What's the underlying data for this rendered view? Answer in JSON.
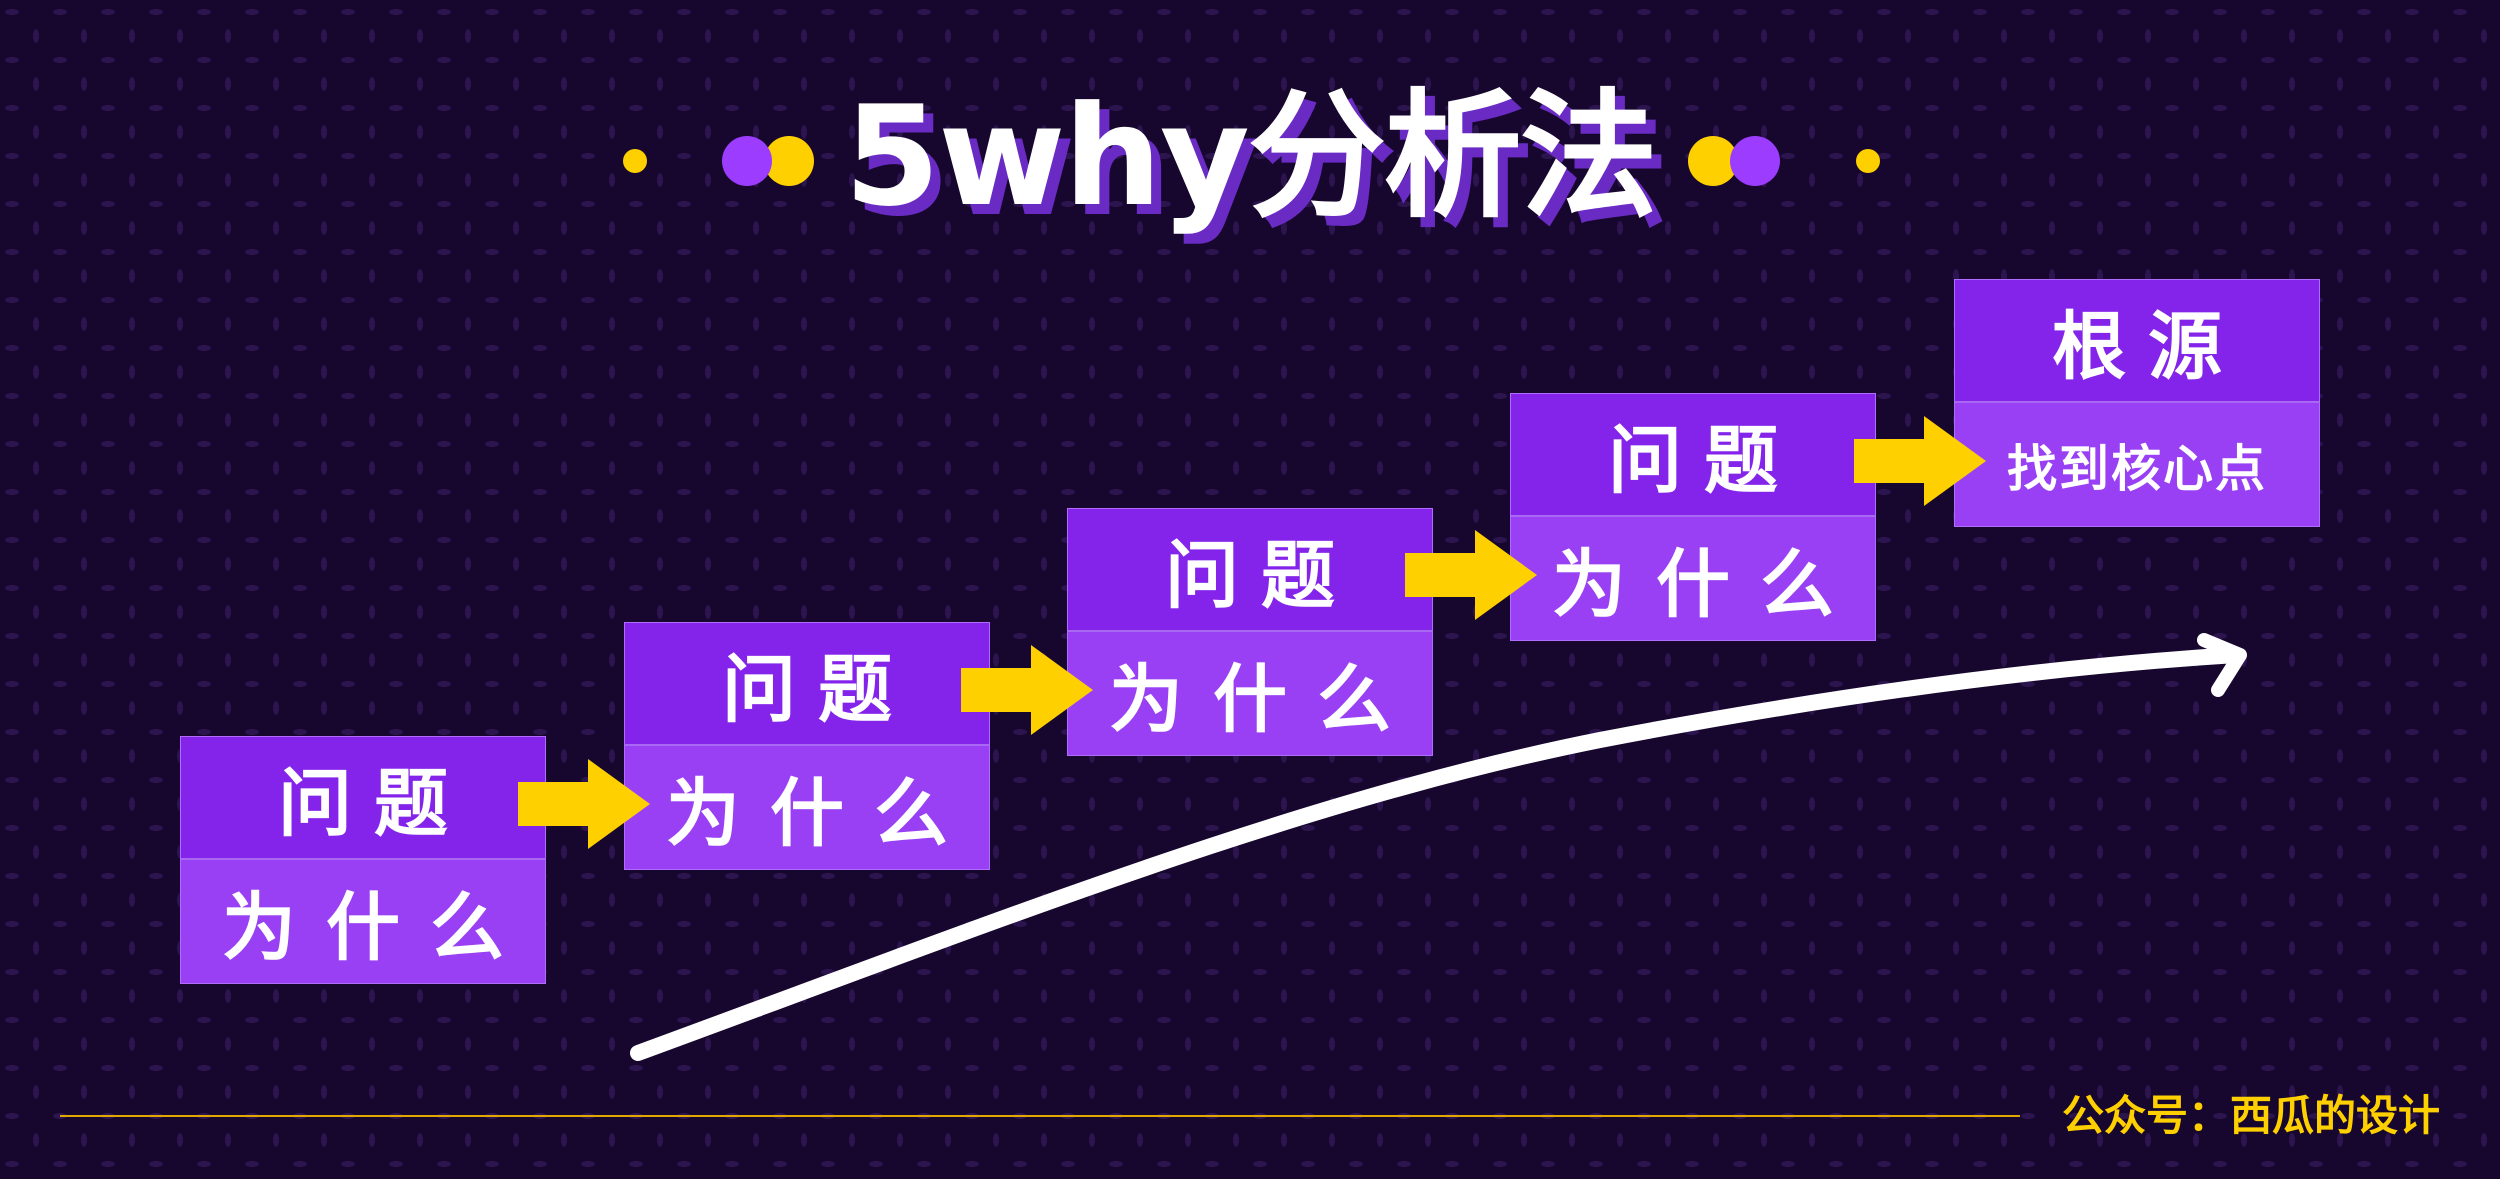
{
  "title": "5why分析法",
  "colors": {
    "background": "#17072e",
    "box_top": "#8424eb",
    "box_bottom": "#9940f5",
    "arrow": "#ffd000",
    "accent_yellow": "#ffd000",
    "accent_purple": "#9b3cff",
    "title_shadow": "#6a2bc4"
  },
  "steps": [
    {
      "top": "问题",
      "bottom": "为什么"
    },
    {
      "top": "问题",
      "bottom": "为什么"
    },
    {
      "top": "问题",
      "bottom": "为什么"
    },
    {
      "top": "问题",
      "bottom": "为什么"
    },
    {
      "top": "根源",
      "bottom": "找到核心点"
    }
  ],
  "icons": {
    "connector": "arrow-right-icon",
    "trend": "trend-arrow-icon"
  },
  "footer": {
    "credit": "公众号：西瓜的设计"
  }
}
